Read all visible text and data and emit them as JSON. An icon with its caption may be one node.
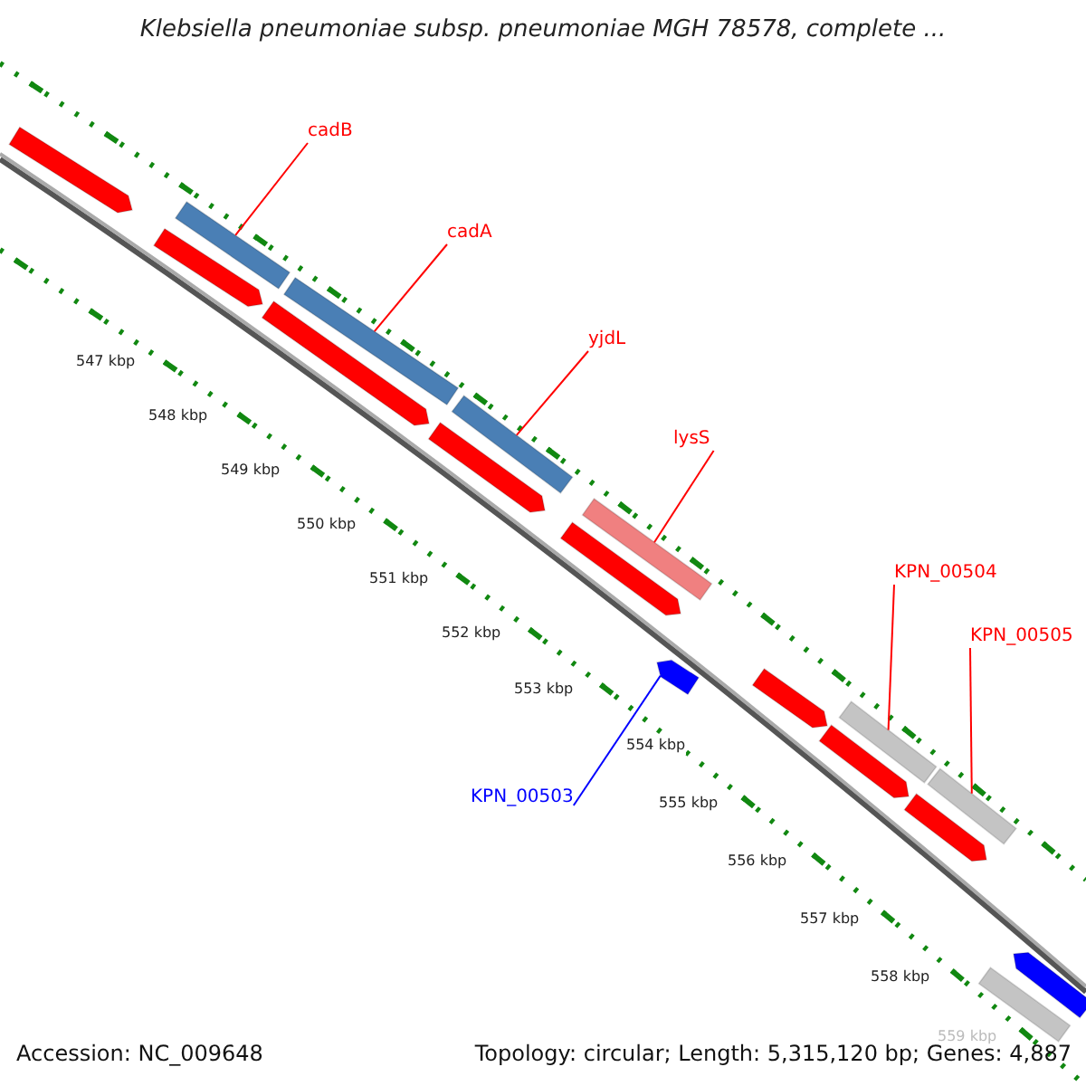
{
  "diagram": {
    "title": "Klebsiella pneumoniae subsp. pneumoniae MGH 78578, complete ...",
    "nodes": [
      {
        "text": [
          "cadB"
        ]
      },
      {
        "text": [
          "cadA"
        ]
      },
      {
        "text": [
          "yjdL"
        ]
      },
      {
        "text": [
          "lysS"
        ]
      },
      {
        "text": [
          "KPN_00504"
        ]
      },
      {
        "text": [
          "KPN_00505"
        ]
      },
      {
        "text": [
          "KPN_00503"
        ]
      },
      {
        "text": [],
        "shape": "bar"
      },
      {
        "text": [],
        "shape": "bar"
      },
      {
        "text": [],
        "shape": "bar"
      },
      {
        "text": [],
        "shape": "bar"
      },
      {
        "text": [],
        "shape": "bar"
      },
      {
        "text": [],
        "shape": "bar"
      },
      {
        "text": [],
        "shape": "bar"
      },
      {
        "text": [],
        "shape": "bar"
      },
      {
        "text": [],
        "shape": "bar"
      },
      {
        "text": [],
        "shape": "bar"
      },
      {
        "text": [],
        "shape": "bar"
      },
      {
        "text": [],
        "shape": "bar"
      },
      {
        "text": [],
        "shape": "bar"
      },
      {
        "text": [],
        "shape": "bar"
      },
      {
        "text": [],
        "shape": "bar"
      },
      {
        "text": [],
        "shape": "bar"
      },
      {
        "text": [],
        "shape": "bar"
      }
    ],
    "edges": [
      {
        "from": 0,
        "to": 9,
        "arrow": "none"
      },
      {
        "from": 1,
        "to": 11,
        "arrow": "none"
      },
      {
        "from": 2,
        "to": 13,
        "arrow": "none"
      },
      {
        "from": 3,
        "to": 15,
        "arrow": "none"
      },
      {
        "from": 4,
        "to": 19,
        "arrow": "none"
      },
      {
        "from": 5,
        "to": 21,
        "arrow": "none"
      },
      {
        "from": 6,
        "to": 16,
        "arrow": "none",
        "color": "#0000ff"
      }
    ],
    "labels": [
      "547 kbp",
      "548 kbp",
      "549 kbp",
      "550 kbp",
      "551 kbp",
      "552 kbp",
      "553 kbp",
      "554 kbp",
      "555 kbp",
      "556 kbp",
      "557 kbp",
      "558 kbp",
      "559 kbp",
      "Accession: NC_009648",
      "Topology: circular; Length: 5,315,120 bp; Genes: 4,887"
    ]
  }
}
